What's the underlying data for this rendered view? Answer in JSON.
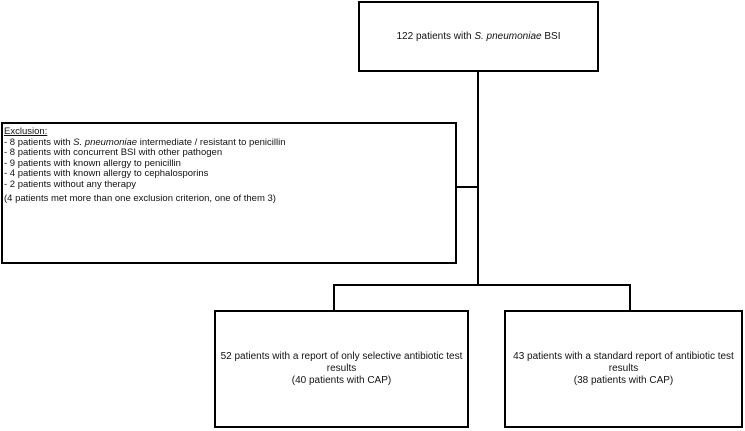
{
  "top": {
    "text_before": "122 patients with ",
    "italic": "S. pneumoniae",
    "text_after": " BSI"
  },
  "exclusion": {
    "title": "Exclusion:",
    "items": [
      {
        "prefix": "- 8 patients with ",
        "italic": "S. pneumoniae",
        "suffix": " intermediate / resistant to penicillin"
      },
      {
        "prefix": "- 8 patients with concurrent BSI  with other pathogen",
        "italic": "",
        "suffix": ""
      },
      {
        "prefix": "- 9 patients with known allergy to penicillin",
        "italic": "",
        "suffix": ""
      },
      {
        "prefix": "- 4 patients with known allergy to cephalosporins",
        "italic": "",
        "suffix": ""
      },
      {
        "prefix": "- 2 patients without any therapy",
        "italic": "",
        "suffix": ""
      }
    ],
    "note": "(4 patients met more than one exclusion criterion, one of them 3)"
  },
  "left": {
    "line1": "52 patients with a report of only selective antibiotic test",
    "line2": "results",
    "line3": "(40 patients with CAP)"
  },
  "right": {
    "line1": "43 patients with a standard report of antibiotic test",
    "line2": "results",
    "line3": "(38 patients with CAP)"
  }
}
